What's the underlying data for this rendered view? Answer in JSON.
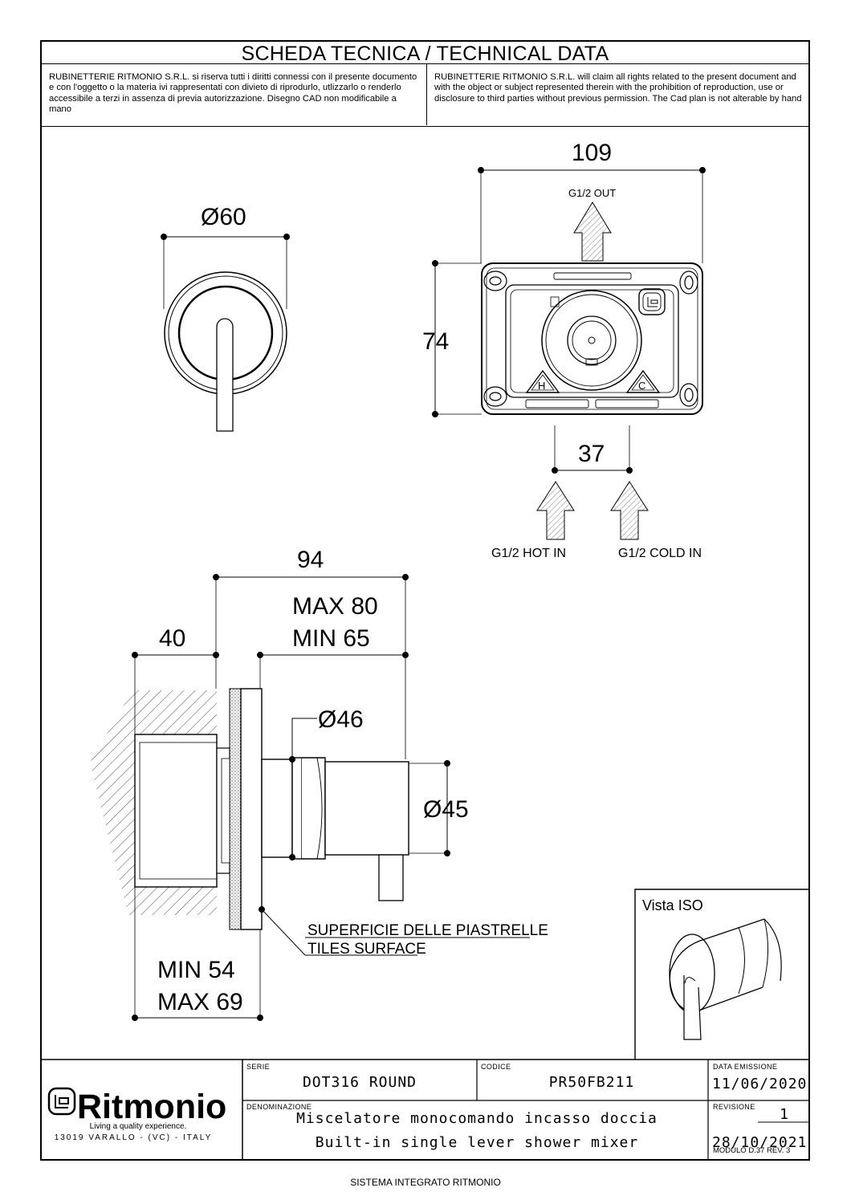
{
  "header": {
    "title": "SCHEDA TECNICA / TECHNICAL DATA",
    "notice_it": "RUBINETTERIE RITMONIO S.R.L. si riserva tutti i diritti connessi con il presente documento e con l'oggetto o la materia ivi rappresentati con divieto di riprodurlo, utlizzarlo o renderlo accessibile a terzi in assenza di previa autorizzazione. Disegno CAD non modificabile a mano",
    "notice_en": "RUBINETTERIE RITMONIO S.R.L. will claim all rights related to the present document and with the object or subject represented therein with the prohibition  of reproduction, use or disclosure to third parties without previous permission.  The Cad plan is not alterable by hand"
  },
  "front_view": {
    "diameter": "Ø60"
  },
  "rear_view": {
    "width": "109",
    "height": "74",
    "inlet_spacing": "37",
    "outlet_label": "G1/2 OUT",
    "hot_label": "G1/2 HOT IN",
    "cold_label": "G1/2 COLD IN",
    "hot_mark": "H",
    "cold_mark": "C"
  },
  "side_view": {
    "total_length": "94",
    "max_depth": "MAX 80",
    "min_depth": "MIN 65",
    "wall_depth": "40",
    "body_diameter": "Ø46",
    "handle_diameter": "Ø45",
    "min_embed": "MIN 54",
    "max_embed": "MAX 69",
    "tiles_label_it": "SUPERFICIE DELLE PIASTRELLE",
    "tiles_label_en": "TILES SURFACE"
  },
  "iso_view": {
    "label": "Vista ISO"
  },
  "title_block": {
    "brand": "Ritmonio",
    "tagline": "Living a quality experience.",
    "address": "13019 VARALLO - (VC) - ITALY",
    "serie_label": "SERIE",
    "serie_value": "DOT316  ROUND",
    "codice_label": "CODICE",
    "codice_value": "PR50FB211",
    "data_label": "DATA EMISSIONE",
    "data_value": "11/06/2020",
    "denominazione_label": "DENOMINAZIONE",
    "denominazione_it": "Miscelatore  monocomando  incasso  doccia",
    "denominazione_en": "Built-in  single  lever  shower  mixer",
    "revisione_label": "REVISIONE",
    "revisione_value": "1",
    "revisione_date": "28/10/2021"
  },
  "footer": {
    "modulo": "MODULO D.37 REV. 3",
    "system": "SISTEMA INTEGRATO RITMONIO"
  }
}
